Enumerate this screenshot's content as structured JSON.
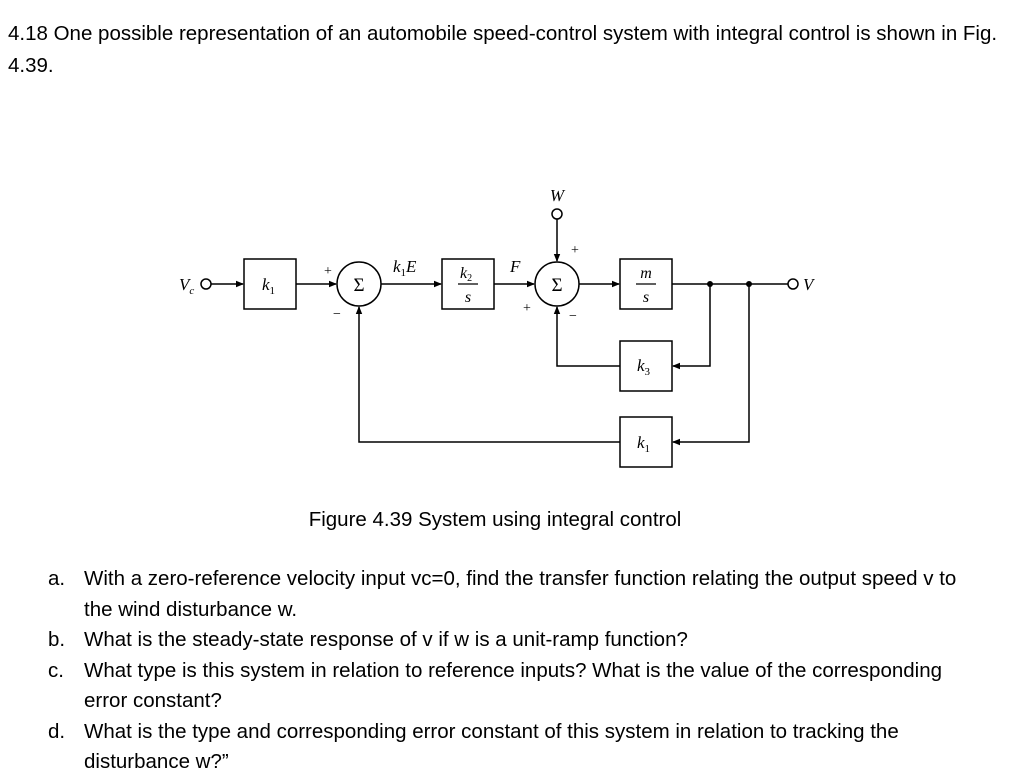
{
  "problem": {
    "text": "4.18 One possible representation of an automobile speed-control system with integral control is shown in Fig. 4.39."
  },
  "diagram": {
    "input_label": "V",
    "input_subscript": "c",
    "output_label": "V",
    "disturbance_label": "W",
    "sum_symbol": "Σ",
    "forward_gain": "k",
    "forward_gain_subscript": "1",
    "integrator_numerator": "k",
    "integrator_numerator_subscript": "2",
    "integrator_denominator": "s",
    "plant_numerator": "m",
    "plant_denominator": "s",
    "inner_feedback_gain": "k",
    "inner_feedback_subscript": "3",
    "outer_feedback_gain": "k",
    "outer_feedback_subscript": "1",
    "error_label_k": "k",
    "error_label_sub": "1",
    "error_label_E": "E",
    "force_label": "F",
    "sign_plus": "+",
    "sign_minus": "−"
  },
  "caption": "Figure 4.39 System using integral control",
  "questions": [
    {
      "letter": "a.",
      "text": "With a zero-reference velocity input vc=0, find the transfer function relating the output speed v to the wind disturbance w."
    },
    {
      "letter": "b.",
      "text": "What is the steady-state response of v if w is a unit-ramp function?"
    },
    {
      "letter": "c.",
      "text": "What type is this system in relation to reference inputs? What is the value of the corresponding error constant?"
    },
    {
      "letter": "d.",
      "text": "What is the type and corresponding error constant of this system in relation to tracking the disturbance w?”"
    }
  ]
}
